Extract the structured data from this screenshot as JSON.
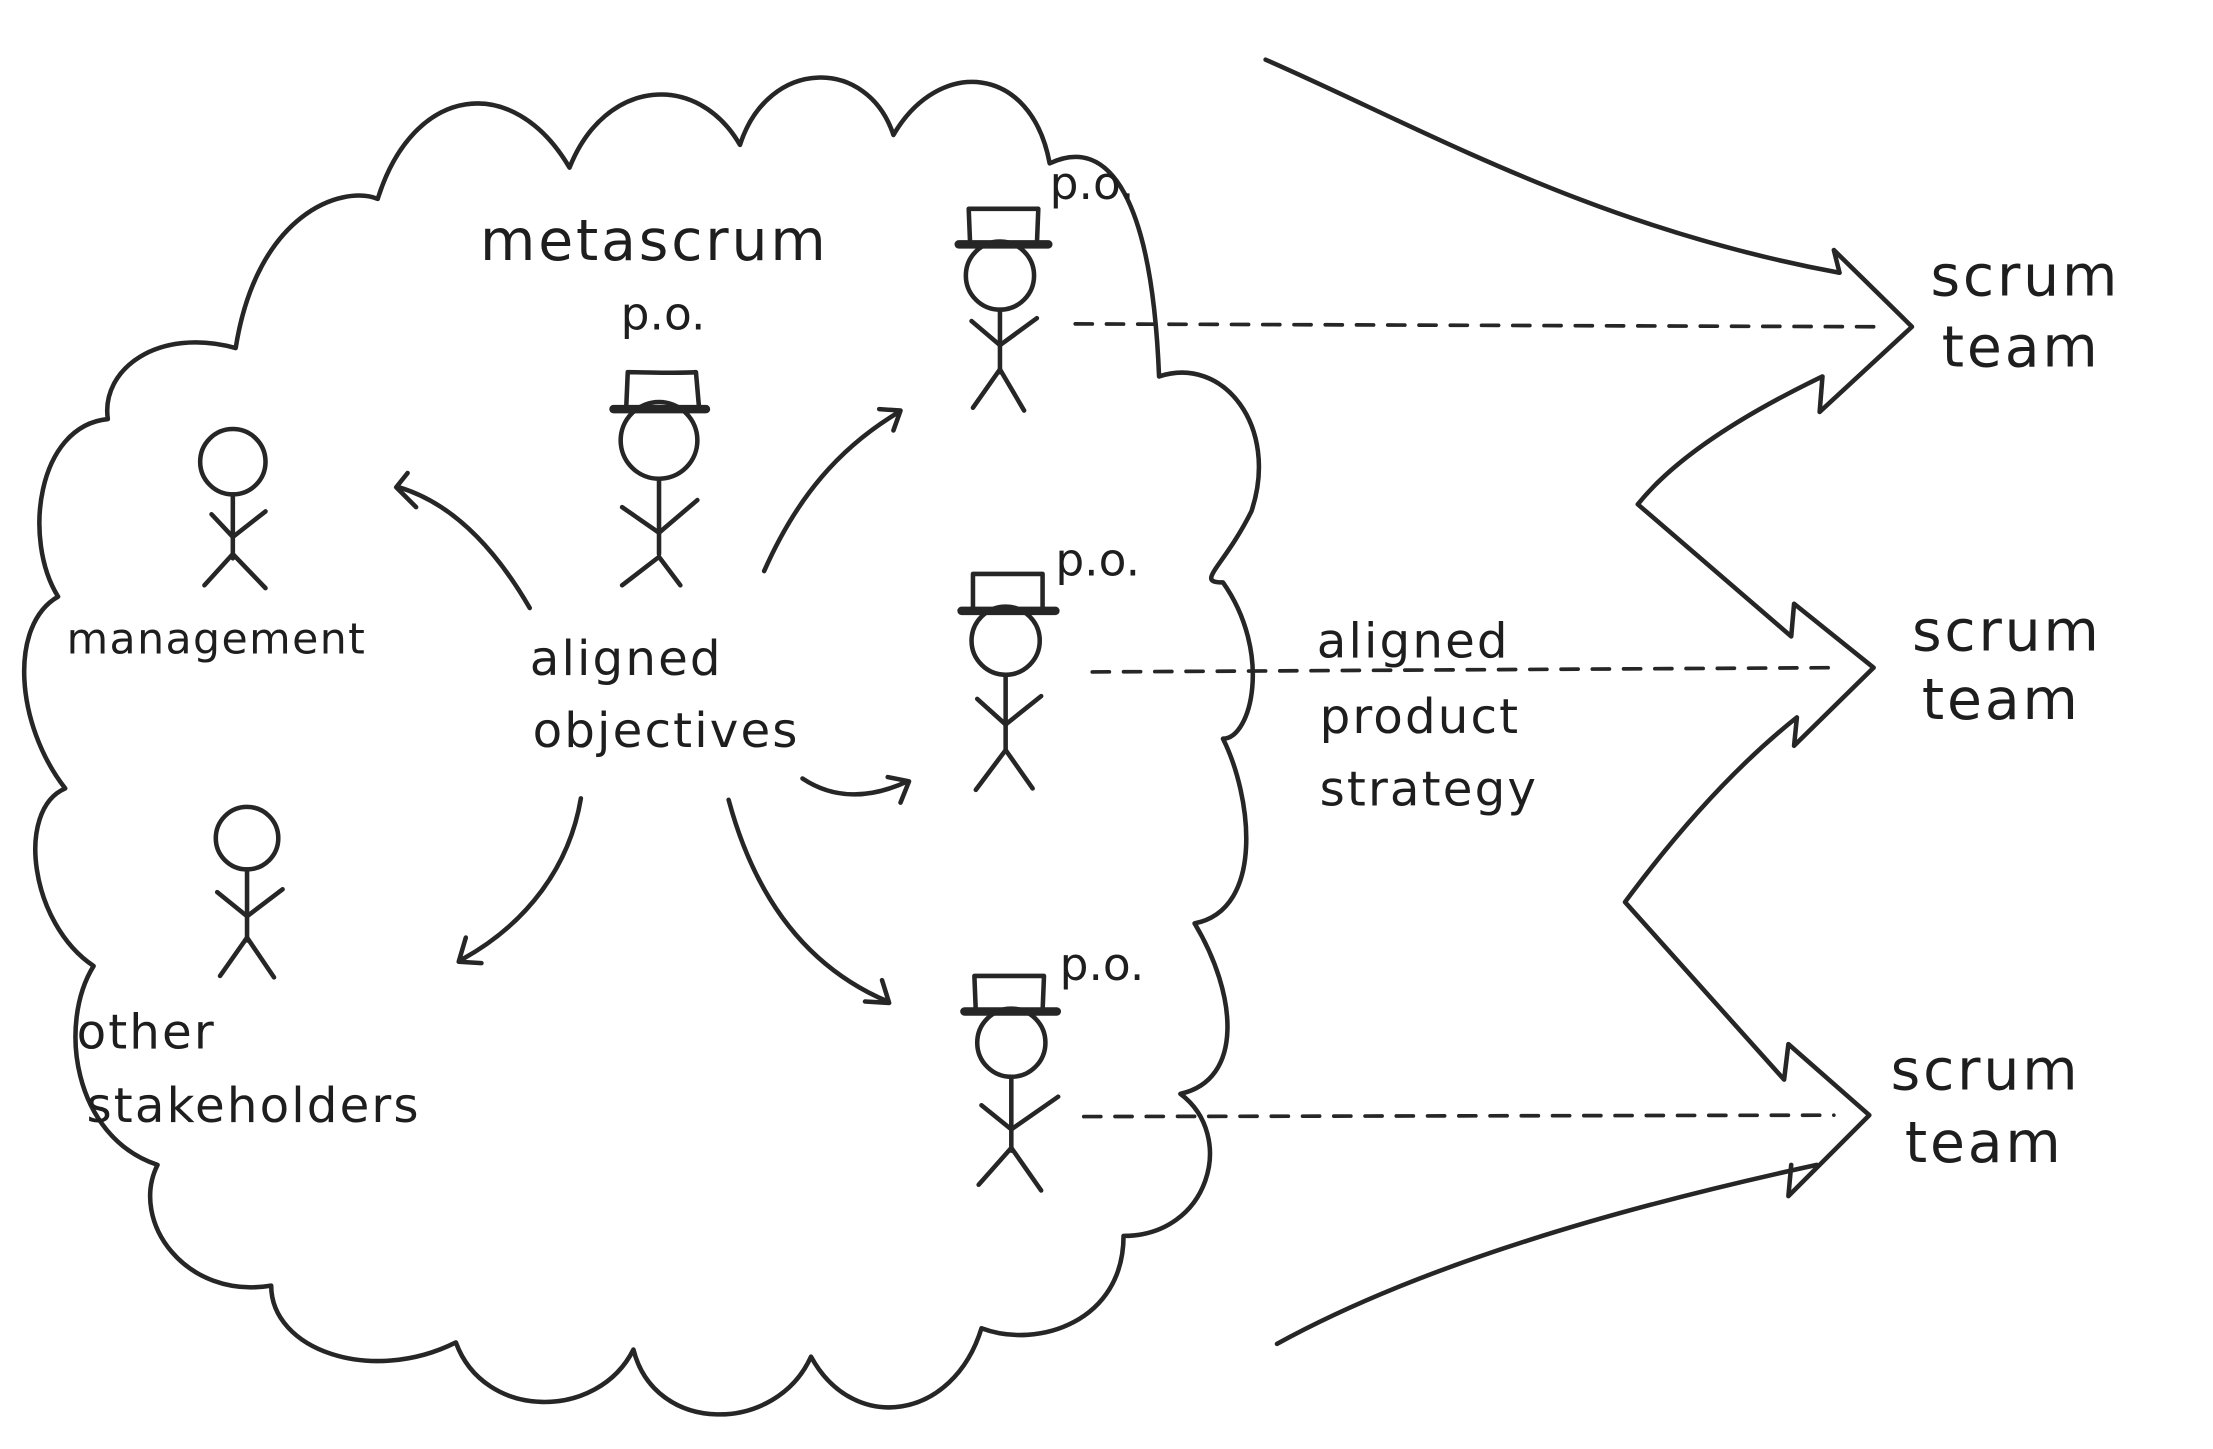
{
  "diagram": {
    "title": "Metascrum product ownership alignment",
    "cloud_label": "metascrum",
    "actors": {
      "metascrum_po": {
        "role_label": "metascrum",
        "tag": "p.o."
      },
      "management": {
        "label": "management"
      },
      "other_stakeholders": {
        "label_line1": "other",
        "label_line2": "stakeholders"
      },
      "product_owners": [
        {
          "tag": "p.o."
        },
        {
          "tag": "p.o."
        },
        {
          "tag": "p.o."
        }
      ]
    },
    "central_note": {
      "line1": "aligned",
      "line2": "objectives"
    },
    "strategy_note": {
      "line1": "aligned",
      "line2": "product",
      "line3": "strategy"
    },
    "teams": [
      {
        "line1": "scrum",
        "line2": "team"
      },
      {
        "line1": "scrum",
        "line2": "team"
      },
      {
        "line1": "scrum",
        "line2": "team"
      }
    ],
    "ink_color": "#262626",
    "background_color": "#ffffff"
  }
}
